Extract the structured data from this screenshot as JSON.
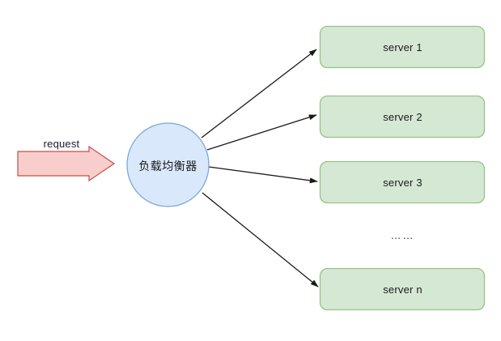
{
  "diagram": {
    "title": "load-balancer-topology",
    "background_color": "#ffffff",
    "colors": {
      "server_fill": "#d5e8d4",
      "server_stroke": "#97c283",
      "balancer_fill": "#dae8fc",
      "balancer_stroke": "#7ea6d9",
      "request_arrow_fill": "#f8cecc",
      "request_arrow_stroke": "#c0504d",
      "connector_stroke": "#1a1a1a",
      "text_color": "#1a1a1a"
    },
    "request": {
      "label": "request",
      "arrow_icon": "block-arrow-right-icon"
    },
    "balancer": {
      "label": "负载均衡器",
      "shape": "ellipse"
    },
    "servers": [
      {
        "label": "server 1"
      },
      {
        "label": "server 2"
      },
      {
        "label": "server 3"
      },
      {
        "label": "server n"
      }
    ],
    "ellipsis": "……",
    "connectors": [
      {
        "name": "connector-to-server-1"
      },
      {
        "name": "connector-to-server-2"
      },
      {
        "name": "connector-to-server-3"
      },
      {
        "name": "connector-to-server-n"
      }
    ]
  }
}
